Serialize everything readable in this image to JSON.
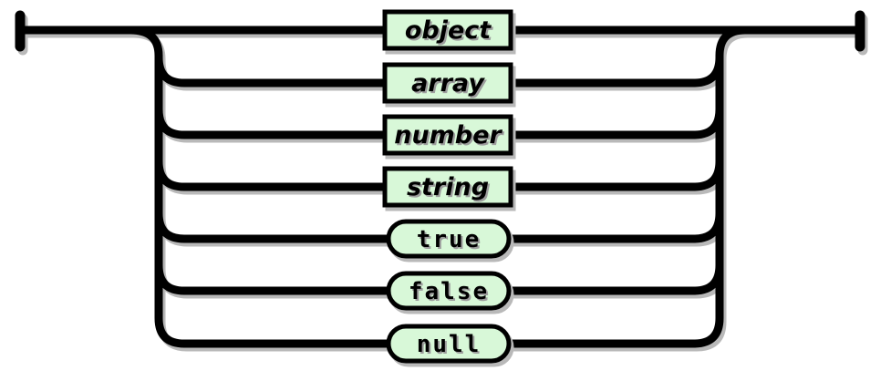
{
  "diagram": {
    "type": "railroad-syntax-diagram",
    "description": "choice of seven alternatives between start and end terminals",
    "nodes": [
      {
        "label": "object",
        "kind": "nonterminal",
        "shape": "rectangle"
      },
      {
        "label": "array",
        "kind": "nonterminal",
        "shape": "rectangle"
      },
      {
        "label": "number",
        "kind": "nonterminal",
        "shape": "rectangle"
      },
      {
        "label": "string",
        "kind": "nonterminal",
        "shape": "rectangle"
      },
      {
        "label": "true",
        "kind": "terminal",
        "shape": "pill"
      },
      {
        "label": "false",
        "kind": "terminal",
        "shape": "pill"
      },
      {
        "label": "null",
        "kind": "terminal",
        "shape": "pill"
      }
    ],
    "colors": {
      "background": "#ffffff",
      "node_fill": "#d8f8d8",
      "line": "#000000",
      "shadow": "#b9b9b9"
    }
  }
}
